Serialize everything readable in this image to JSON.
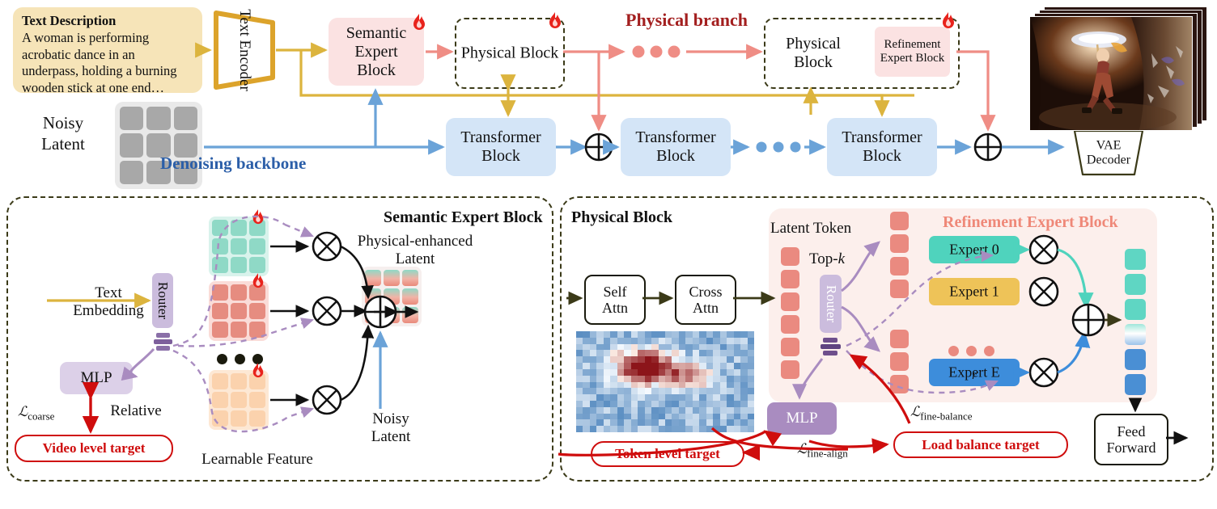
{
  "text_description": {
    "title": "Text Description",
    "body": "A woman is performing acrobatic dance in an underpass, holding a burning wooden stick at one end…"
  },
  "top": {
    "noisy_latent_label": "Noisy\nLatent",
    "text_encoder": "Text Encoder",
    "semantic_expert_block": "Semantic Expert Block",
    "physical_block": "Physical Block",
    "physical_branch_title": "Physical branch",
    "denoising_backbone_title": "Denoising backbone",
    "transformer_block": "Transformer Block",
    "refinement_expert_block": "Refinement Expert Block",
    "vae_decoder": "VAE Decoder"
  },
  "semantic_panel": {
    "title": "Semantic Expert Block",
    "text_embedding_label": "Text\nEmbedding",
    "router": "Router",
    "mlp": "MLP",
    "loss_coarse": "coarse",
    "loss_prefix": "L",
    "relative_label": "Relative",
    "video_level_target": "Video level target",
    "learnable_feature_label": "Learnable Feature",
    "physical_enhanced_latent_label": "Physical-enhanced\nLatent",
    "noisy_latent_label": "Noisy\nLatent"
  },
  "physical_panel": {
    "title": "Physical Block",
    "self_attn": "Self Attn",
    "cross_attn": "Cross Attn",
    "latent_token_label": "Latent Token",
    "topk_label": "Top-k",
    "router": "Router",
    "mlp": "MLP",
    "refinement_expert_block_title": "Refinement Expert Block",
    "experts": [
      "Expert 0",
      "Expert 1",
      "Expert Eᵣ"
    ],
    "expert_0": "Expert 0",
    "expert_1": "Expert 1",
    "expert_er": "Expert E",
    "expert_er_sub": "r",
    "loss_fine_align": "fine-align",
    "loss_fine_balance": "fine-balance",
    "token_level_target": "Token level target",
    "load_balance_target": "Load balance target",
    "feed_forward": "Feed Forward"
  },
  "colors": {
    "text_box_bg": "#f6e4b8",
    "text_encoder_stroke": "#dca32b",
    "semantic_expert_bg": "#fbe2e2",
    "transformer_bg": "#d4e5f7",
    "backbone_blue": "#5b9bd5",
    "branch_red": "#ef8d85",
    "branch_title_red": "#a31f1f",
    "router_purple": "#cbbcdd",
    "target_red": "#cf0d0d",
    "dashed_border": "#3b3a18",
    "expert0": "#4fd3bd",
    "expert1": "#eec358",
    "expertEr": "#3d8ddb",
    "refinement_bg": "#fcefec"
  }
}
